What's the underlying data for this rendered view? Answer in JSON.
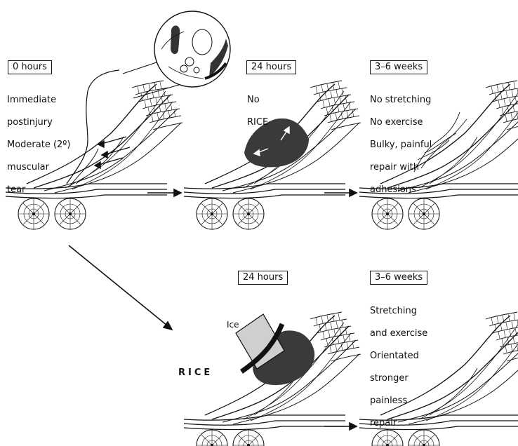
{
  "panels": {
    "p1": {
      "time": "0 hours",
      "notes": [
        "Immediate",
        "postinjury",
        "Moderate (2º)",
        "muscular",
        "tear"
      ]
    },
    "p2": {
      "time": "24 hours",
      "notes": [
        "No",
        "RICE"
      ]
    },
    "p3": {
      "time": "3–6 weeks",
      "notes": [
        "No stretching",
        "No exercise",
        "Bulky, painful",
        "repair with",
        "adhesions"
      ]
    },
    "p4": {
      "time": "24 hours",
      "ice_label": "Ice",
      "treatment_label": "RICE"
    },
    "p5": {
      "time": "3–6 weeks",
      "notes": [
        "Stretching",
        "and exercise",
        "Orientated",
        "stronger",
        "painless",
        "repair"
      ]
    }
  }
}
